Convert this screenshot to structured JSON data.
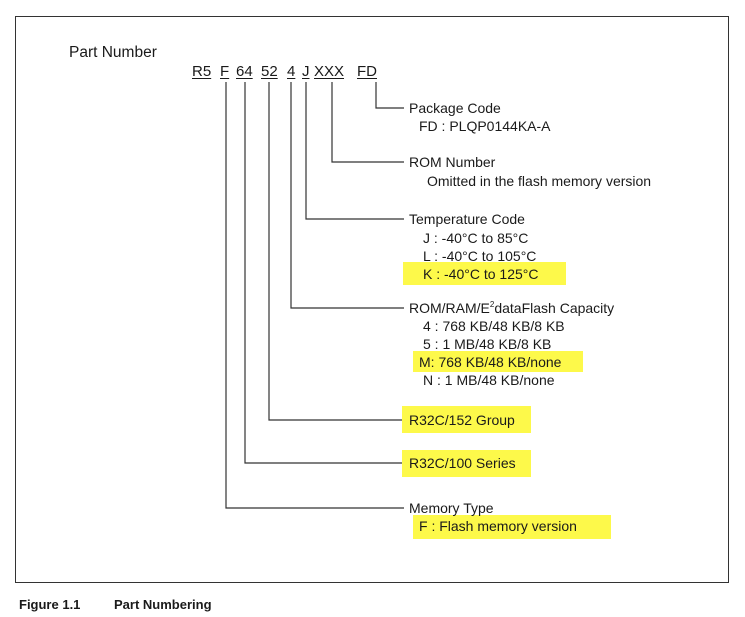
{
  "part_number_label": "Part Number",
  "part_codes": {
    "series_group": "R5",
    "memory_type": "F",
    "group": "64",
    "series": "52",
    "capacity": "4",
    "temperature": "J",
    "rom_number": "XXX",
    "package": "FD"
  },
  "package_code": {
    "title": "Package Code",
    "value": "FD : PLQP0144KA-A"
  },
  "rom_number": {
    "title": "ROM Number",
    "value": "Omitted in the flash memory version"
  },
  "temperature_code": {
    "title": "Temperature Code",
    "options": [
      "J : -40°C to 85°C",
      "L : -40°C to 105°C",
      "K : -40°C to 125°C"
    ]
  },
  "capacity": {
    "title_prefix": "ROM/RAM/E",
    "title_sup": "2",
    "title_suffix": "dataFlash Capacity",
    "options": [
      "4 : 768 KB/48 KB/8 KB",
      "5 : 1 MB/48 KB/8 KB",
      "M: 768 KB/48 KB/none",
      "N : 1 MB/48 KB/none"
    ]
  },
  "group": "R32C/152 Group",
  "series": "R32C/100 Series",
  "memory_type": {
    "title": "Memory Type",
    "value": "F : Flash memory version"
  },
  "highlight_color": "#fdf94a",
  "caption": {
    "number": "Figure 1.1",
    "title": "Part Numbering"
  }
}
